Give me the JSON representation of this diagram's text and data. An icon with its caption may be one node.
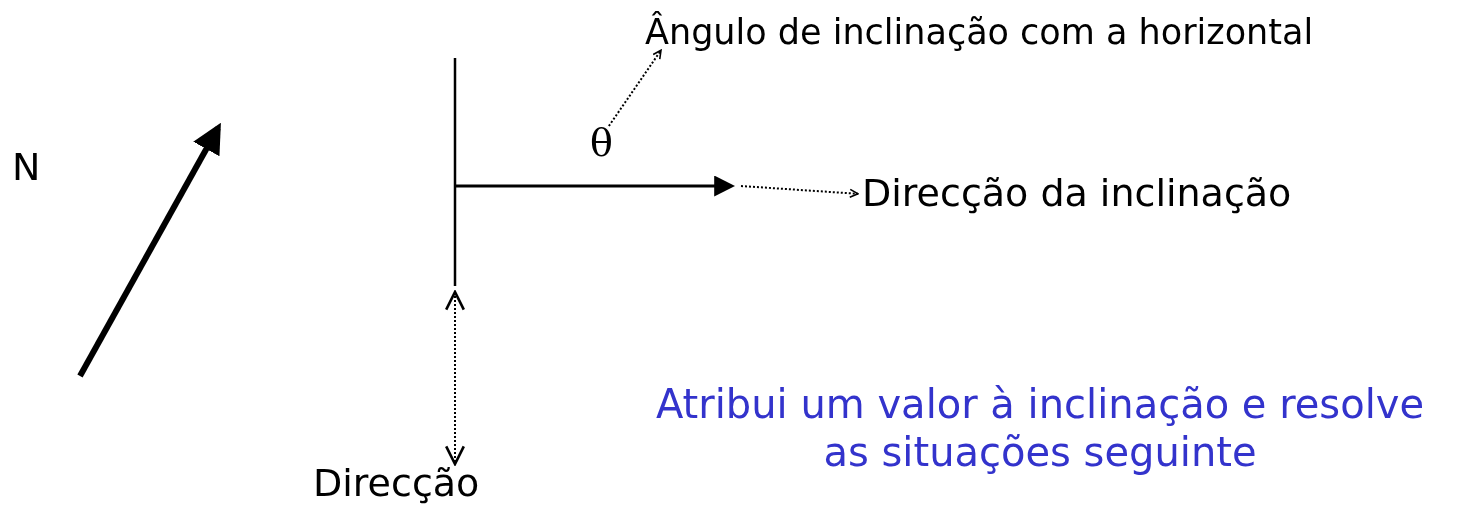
{
  "diagram": {
    "nodes": [
      {
        "text": [
          "Ângulo de inclinação com a horizontal"
        ]
      },
      {
        "text": [
          "Direcção da inclinação"
        ]
      },
      {
        "text": [
          "Direcção"
        ]
      },
      {
        "text": [
          "θ"
        ]
      },
      {
        "text": [],
        "shape": "line"
      },
      {
        "text": [],
        "shape": "arrow"
      }
    ],
    "edges": [
      {
        "from": 3,
        "to": 0,
        "arrow": "to",
        "style": "dashed"
      },
      {
        "from": 5,
        "to": 1,
        "arrow": "to",
        "style": "dashed"
      },
      {
        "from": 4,
        "to": 2,
        "arrow": "both",
        "style": "dashed"
      }
    ],
    "labels": [
      "N",
      "Atribui um valor à inclinação e resolve as situações seguinte"
    ]
  }
}
